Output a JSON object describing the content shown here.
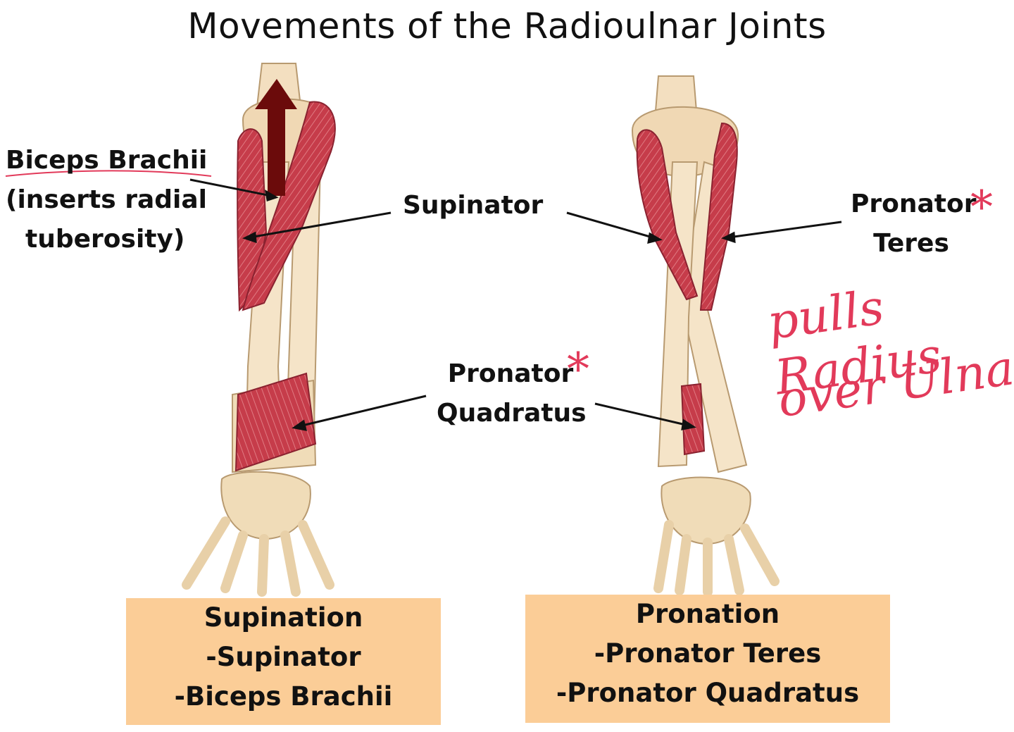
{
  "title": "Movements of the Radioulnar Joints",
  "labels": {
    "biceps": [
      "Biceps Brachii",
      "(inserts radial",
      "tuberosity)"
    ],
    "supinator": "Supinator",
    "pronator_teres": [
      "Pronator",
      "Teres"
    ],
    "pronator_quadratus": [
      "Pronator",
      "Quadratus"
    ]
  },
  "boxes": {
    "supination": [
      "Supination",
      "-Supinator",
      "-Biceps Brachii"
    ],
    "pronation": [
      "Pronation",
      "-Pronator Teres",
      "-Pronator Quadratus"
    ]
  },
  "annotations": {
    "handwritten": [
      "pulls Radius",
      "over Ulna"
    ],
    "asterisk": "*"
  },
  "colors": {
    "box_fill": "#fbcd97",
    "muscle": "#c23a48",
    "bone": "#f3dfc0",
    "arrow": "#6b0b0b",
    "ink": "#e23a5a"
  }
}
